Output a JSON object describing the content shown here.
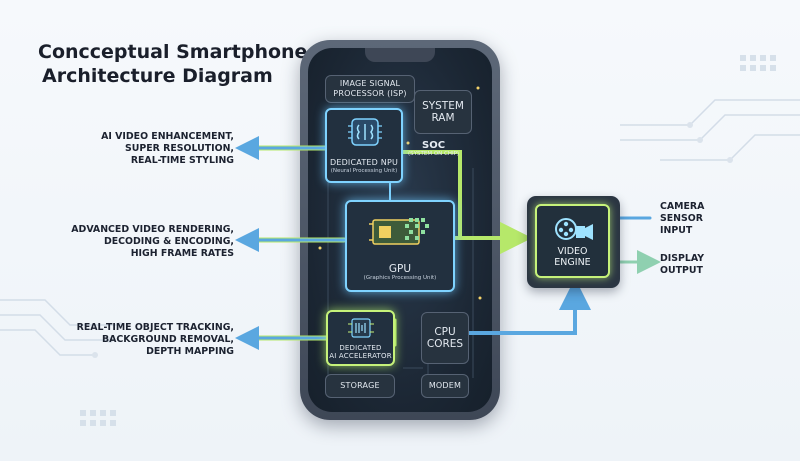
{
  "title": {
    "line1": "Concceptual Smartphone",
    "line2": "Architecture Diagram"
  },
  "blocks": {
    "isp": {
      "line1": "IMAGE SIGNAL",
      "line2": "PROCESSOR (ISP)"
    },
    "ram": {
      "line1": "SYSTEM",
      "line2": "RAM"
    },
    "npu": {
      "title": "DEDICATED NPU",
      "sub": "(Neural Processing Unit)"
    },
    "soc": {
      "title": "SOC",
      "sub": "(SYSTEM ON CHIP)"
    },
    "gpu": {
      "title": "GPU",
      "sub": "(Graphics Processing Unit)"
    },
    "ai": {
      "line1": "DEDICATED",
      "line2": "AI ACCELERATOR"
    },
    "cpu": {
      "line1": "CPU",
      "line2": "CORES"
    },
    "storage": {
      "label": "STORAGE"
    },
    "modem": {
      "label": "MODEM"
    },
    "video": {
      "line1": "VIDEO",
      "line2": "ENGINE"
    }
  },
  "left_labels": {
    "npu": [
      "AI VIDEO ENHANCEMENT,",
      "SUPER RESOLUTION,",
      "REAL-TIME STYLING"
    ],
    "gpu": [
      "ADVANCED VIDEO RENDERING,",
      "DECODING & ENCODING,",
      "HIGH FRAME RATES"
    ],
    "ai": [
      "REAL-TIME OBJECT TRACKING,",
      "BACKGROUND REMOVAL,",
      "DEPTH MAPPING"
    ]
  },
  "right_labels": {
    "camera": [
      "CAMERA",
      "SENSOR",
      "INPUT"
    ],
    "display": [
      "DISPLAY",
      "OUTPUT"
    ]
  },
  "colors": {
    "arrow_blue": "#5aa7e0",
    "arrow_green": "#b6e86a",
    "glow_blue": "#7fd3ff",
    "glow_green": "#c6f27a",
    "phone_body": "#4a5464",
    "screen": "#1e2a37"
  },
  "icons": [
    "brain-chip-icon",
    "graphics-card-icon",
    "ai-accelerator-icon",
    "film-camera-icon"
  ]
}
